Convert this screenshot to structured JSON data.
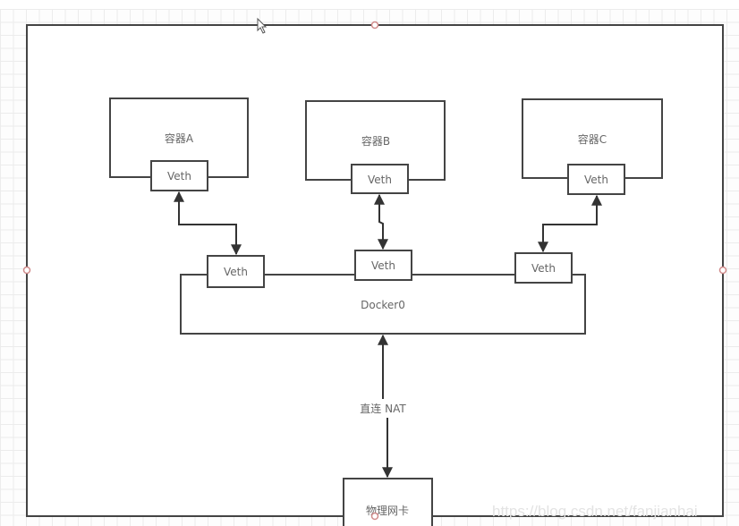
{
  "diagram": {
    "containers": [
      {
        "label": "容器A",
        "veth_label": "Veth"
      },
      {
        "label": "容器B",
        "veth_label": "Veth"
      },
      {
        "label": "容器C",
        "veth_label": "Veth"
      }
    ],
    "bridge": {
      "label": "Docker0",
      "veths": [
        "Veth",
        "Veth",
        "Veth"
      ]
    },
    "link_label": "直连 NAT",
    "nic": {
      "label": "物理网卡"
    },
    "watermark": "https://blog.csdn.net/fanjianhai"
  },
  "colors": {
    "stroke": "#444444",
    "text": "#666666",
    "handle": "#d08a8a",
    "grid": "#ececec"
  }
}
